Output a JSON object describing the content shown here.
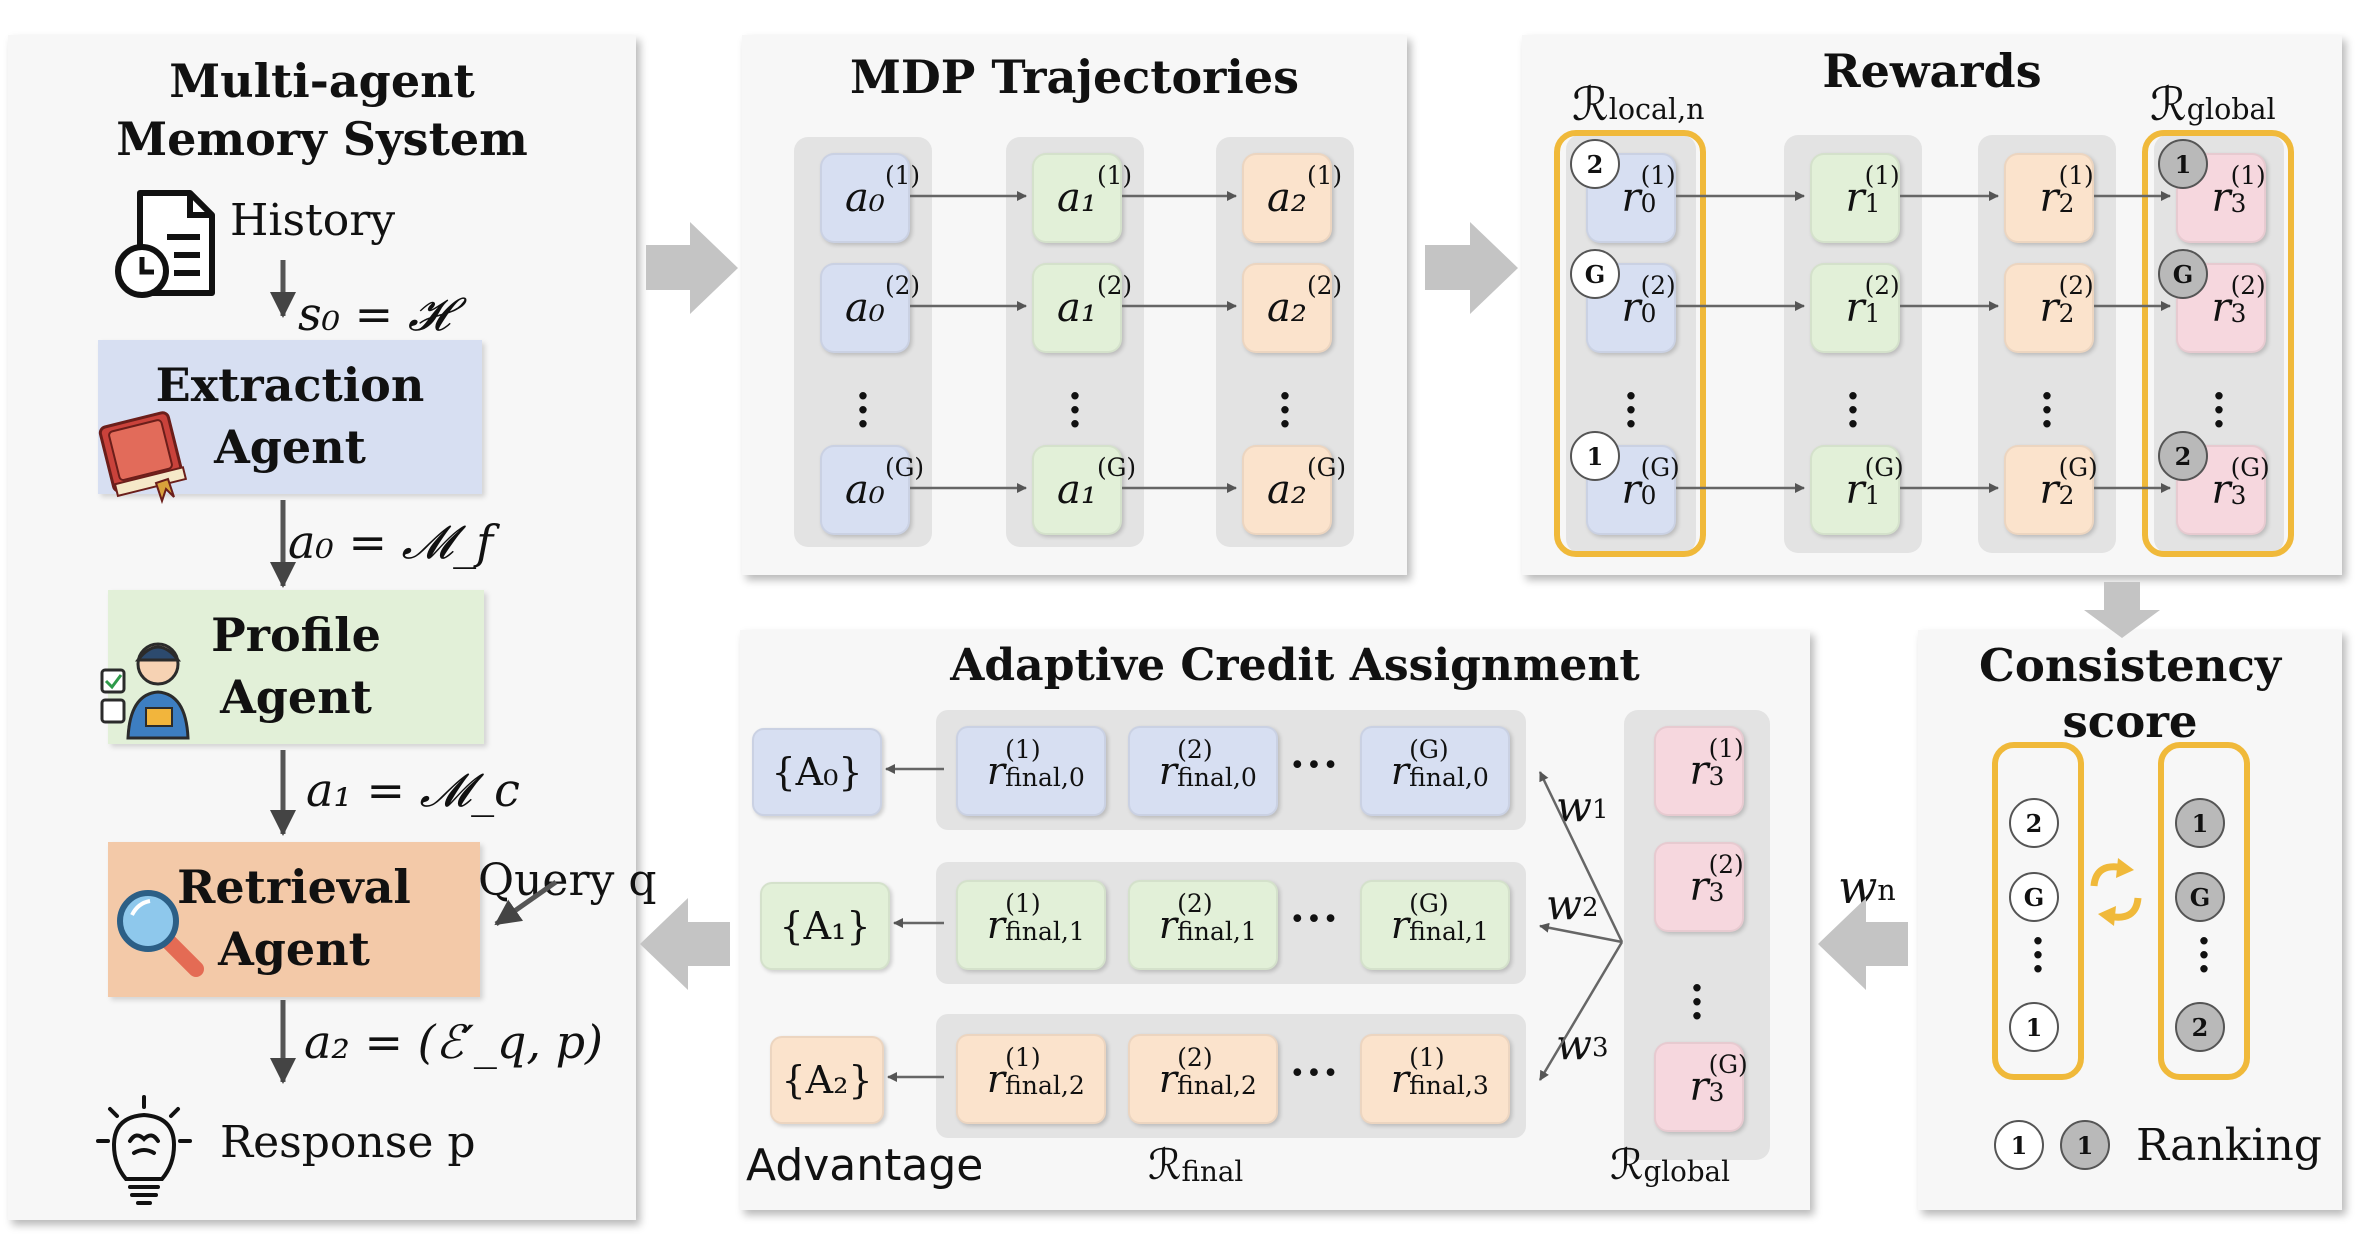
{
  "memory": {
    "title_line1": "Multi-agent",
    "title_line2": "Memory System",
    "history_label": "History",
    "s0_eq": "s₀ = 𝓗",
    "extraction_line1": "Extraction",
    "extraction_line2": "Agent",
    "a0_eq": "a₀ = 𝓜_f",
    "profile_line1": "Profile",
    "profile_line2": "Agent",
    "a1_eq": "a₁ = 𝓜_c",
    "retrieval_line1": "Retrieval",
    "retrieval_line2": "Agent",
    "query_label": "Query q",
    "a2_eq": "a₂ = (ℰ′_q, p)",
    "response_label": "Response p"
  },
  "mdp": {
    "title": "MDP Trajectories",
    "rows": [
      [
        "a₀",
        "a₁",
        "a₂"
      ],
      [
        "a₀",
        "a₁",
        "a₂"
      ],
      [
        "a₀",
        "a₁",
        "a₂"
      ]
    ],
    "sups": [
      "(1)",
      "(2)",
      "(G)"
    ],
    "subs": [
      "0",
      "1",
      "2"
    ]
  },
  "rewards": {
    "title": "Rewards",
    "local_label": "ℛ",
    "local_sub": "local,n",
    "global_label": "ℛ",
    "global_sub": "global",
    "sups": [
      "(1)",
      "(2)",
      "(G)"
    ],
    "subs": [
      "0",
      "1",
      "2",
      "3"
    ],
    "local_badges": [
      "2",
      "G",
      "1"
    ],
    "global_badges": [
      "1",
      "G",
      "2"
    ],
    "symbol": "r"
  },
  "consistency": {
    "title": "Consistency score",
    "left_badges": [
      "2",
      "G",
      "1"
    ],
    "right_badges": [
      "1",
      "G",
      "2"
    ],
    "legend_badges": [
      "1",
      "1"
    ],
    "ranking_label": "Ranking",
    "wn_label": "w",
    "wn_sub": "n"
  },
  "credit": {
    "title": "Adaptive Credit Assignment",
    "advantage_label": "Advantage",
    "rfinal_label": "ℛ",
    "rfinal_sub": "final",
    "rglobal_label": "ℛ",
    "rglobal_sub": "global",
    "advantages": [
      "{A₀}",
      "{A₁}",
      "{A₂}"
    ],
    "weights": [
      "w",
      "w",
      "w"
    ],
    "weight_subs": [
      "1",
      "2",
      "3"
    ],
    "rows": [
      {
        "sups": [
          "(1)",
          "(2)",
          "(G)"
        ],
        "subs": [
          "final,0",
          "final,0",
          "final,0"
        ]
      },
      {
        "sups": [
          "(1)",
          "(2)",
          "(G)"
        ],
        "subs": [
          "final,1",
          "final,1",
          "final,1"
        ]
      },
      {
        "sups": [
          "(1)",
          "(2)",
          "(1)"
        ],
        "subs": [
          "final,2",
          "final,2",
          "final,3"
        ]
      }
    ],
    "global_sups": [
      "(1)",
      "(2)",
      "(G)"
    ],
    "global_sub": "3",
    "symbol": "r",
    "hdots": "···"
  },
  "colors": {
    "blue": "#d7dff2",
    "green": "#e2f0d8",
    "orange": "#fbe3cc",
    "pink": "#f6d7de",
    "yellow": "#f0b93a",
    "arrow": "#c4c4c4"
  },
  "icons": [
    "document-clock-icon",
    "book-icon",
    "worker-icon",
    "magnifier-icon",
    "lightbulb-brain-icon",
    "cycle-arrows-icon"
  ]
}
